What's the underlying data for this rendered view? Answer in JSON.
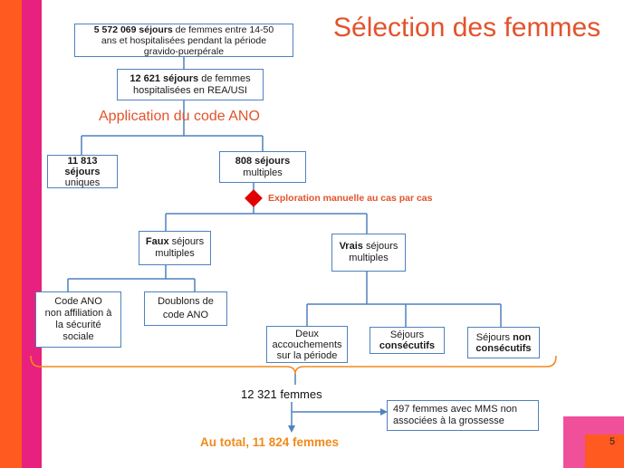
{
  "title": "Sélection des femmes",
  "colors": {
    "bar_left": "#ff5a1f",
    "bar_mid": "#e8207e",
    "corner_outer": "#f0509a",
    "corner_inner": "#ff5a1f",
    "accent_red": "#e2532b",
    "box_border": "#4f81bd",
    "diamond": "#e00000",
    "result_orange": "#f28a1b"
  },
  "boxes": {
    "total": {
      "bold": "5  572 069 séjours",
      "text1": " de femmes entre 14-50",
      "text2": "ans et hospitalisées pendant la période",
      "text3": "gravido-puerpérale"
    },
    "rea": {
      "bold": "12 621 séjours",
      "text1": " de femmes",
      "text2": "hospitalisées en REA/USI"
    },
    "uniques": {
      "bold1": "11 813",
      "bold2": "séjours",
      "text": "uniques"
    },
    "multiples": {
      "bold": "808 séjours",
      "text": "multiples"
    },
    "faux": {
      "bold": "Faux",
      "text1": " séjours",
      "text2": "multiples"
    },
    "vrais": {
      "bold": "Vrais",
      "text1": " séjours",
      "text2": "multiples"
    },
    "code_ano": {
      "line1": "Code ANO",
      "line2": "non affiliation à",
      "line3": "la sécurité",
      "line4": "sociale"
    },
    "doublons": {
      "line1": "Doublons de",
      "line2": "code ANO"
    },
    "deux": {
      "line1": "Deux",
      "line2": "accouchements",
      "line3": "sur la période"
    },
    "consecutifs": {
      "text": "Séjours",
      "bold": "consécutifs"
    },
    "non_consecutifs": {
      "text": "Séjours ",
      "bold1": "non",
      "bold2": "consécutifs"
    },
    "mms": {
      "line1": "497 femmes avec MMS non",
      "line2": "associées à la grossesse"
    }
  },
  "labels": {
    "application": "Application du code ANO",
    "exploration": "Exploration manuelle au cas par cas",
    "femmes_12321": "12 321 femmes",
    "au_total": "Au total, 11 824 femmes",
    "page_number": "5"
  },
  "icons": {
    "diamond": "red-diamond-icon",
    "brace": "bracket-brace-icon"
  }
}
